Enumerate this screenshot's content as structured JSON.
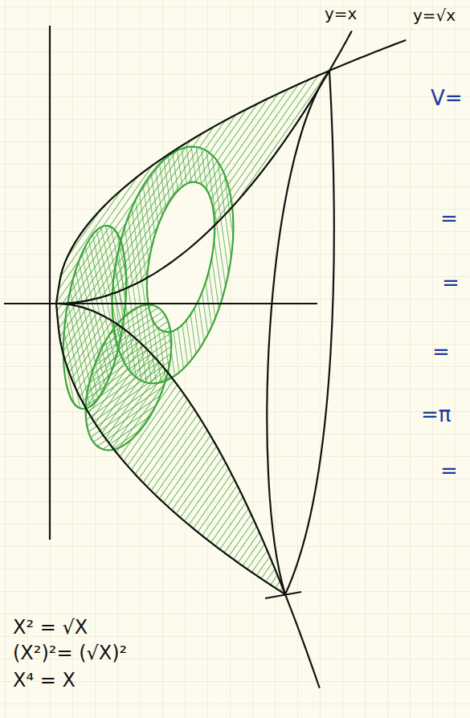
{
  "diagram": {
    "labels": [
      "y=x",
      "y=√x",
      "V=",
      "=",
      "=",
      "=",
      "=π",
      "=",
      "X² = √X",
      "(X²)²= (√X)²",
      "X⁴ = X"
    ]
  }
}
